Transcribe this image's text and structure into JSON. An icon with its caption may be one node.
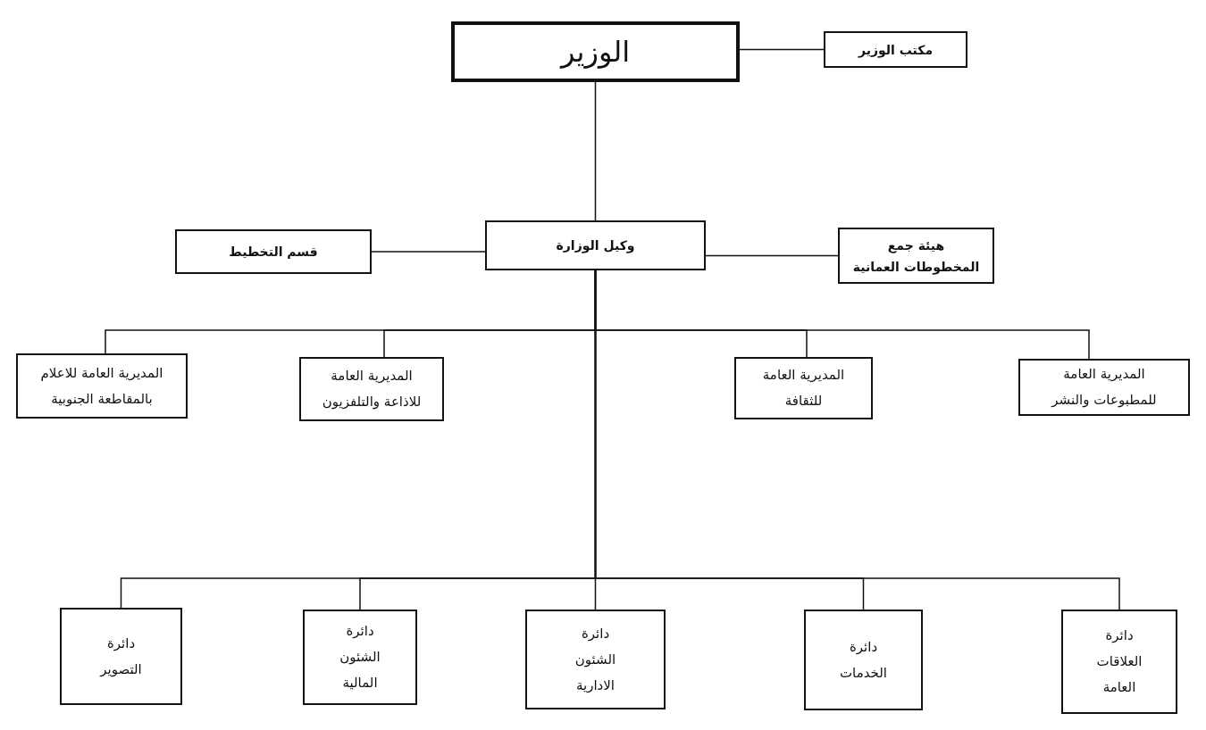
{
  "diagram": {
    "nodes": [
      {
        "text": [
          "الوزير"
        ]
      },
      {
        "text": [
          "مكتب الوزير"
        ]
      },
      {
        "text": [
          "وكيل الوزارة"
        ]
      },
      {
        "text": [
          "هيئة جمع المخطوطات العمانية"
        ]
      },
      {
        "text": [
          "قسم التخطيط"
        ]
      },
      {
        "text": [
          "المديرية العامة للمطبوعات والنشر"
        ]
      },
      {
        "text": [
          "المديرية العامة للثقافة"
        ]
      },
      {
        "text": [
          "المديرية العامة للاذاعة والتلفزيون"
        ]
      },
      {
        "text": [
          "المديرية العامة للاعلام بالمقاطعة الجنوبية"
        ]
      },
      {
        "text": [
          "دائرة العلاقات العامة"
        ]
      },
      {
        "text": [
          "دائرة الخدمات"
        ]
      },
      {
        "text": [
          "دائرة الشئون الادارية"
        ]
      },
      {
        "text": [
          "دائرة الشئون المالية"
        ]
      },
      {
        "text": [
          "دائرة التصوير"
        ]
      }
    ],
    "edges": [
      {
        "from": 0,
        "to": 1,
        "arrow": "none"
      },
      {
        "from": 0,
        "to": 2,
        "arrow": "none"
      },
      {
        "from": 2,
        "to": 3,
        "arrow": "none"
      },
      {
        "from": 2,
        "to": 4,
        "arrow": "none"
      },
      {
        "from": 2,
        "to": 5,
        "arrow": "none"
      },
      {
        "from": 2,
        "to": 6,
        "arrow": "none"
      },
      {
        "from": 2,
        "to": 7,
        "arrow": "none"
      },
      {
        "from": 2,
        "to": 8,
        "arrow": "none"
      },
      {
        "from": 2,
        "to": 9,
        "arrow": "none"
      },
      {
        "from": 2,
        "to": 10,
        "arrow": "none"
      },
      {
        "from": 2,
        "to": 11,
        "arrow": "none"
      },
      {
        "from": 2,
        "to": 12,
        "arrow": "none"
      },
      {
        "from": 2,
        "to": 13,
        "arrow": "none"
      }
    ]
  }
}
